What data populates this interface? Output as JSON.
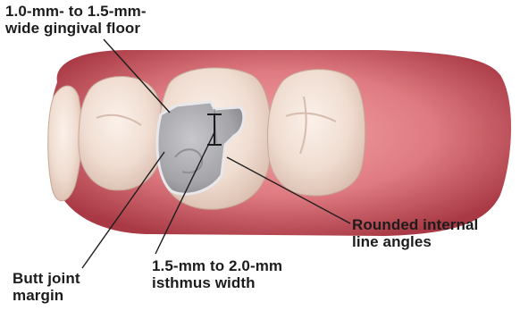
{
  "labels": {
    "gingival_floor": [
      "1.0-mm- to 1.5-mm-",
      "wide gingival floor"
    ],
    "rounded_internal_line_angles": [
      "Rounded internal",
      "line angles"
    ],
    "butt_joint_margin": [
      "Butt joint",
      "margin"
    ],
    "isthmus_width": [
      "1.5-mm to 2.0-mm",
      "isthmus width"
    ]
  },
  "colors": {
    "gum_dark": "#b5424a",
    "gum_light": "#e27d84",
    "tooth_enamel": "#f3e1d6",
    "restoration_metal": "#a9a9ad",
    "leader_line": "#1c1c1c"
  }
}
